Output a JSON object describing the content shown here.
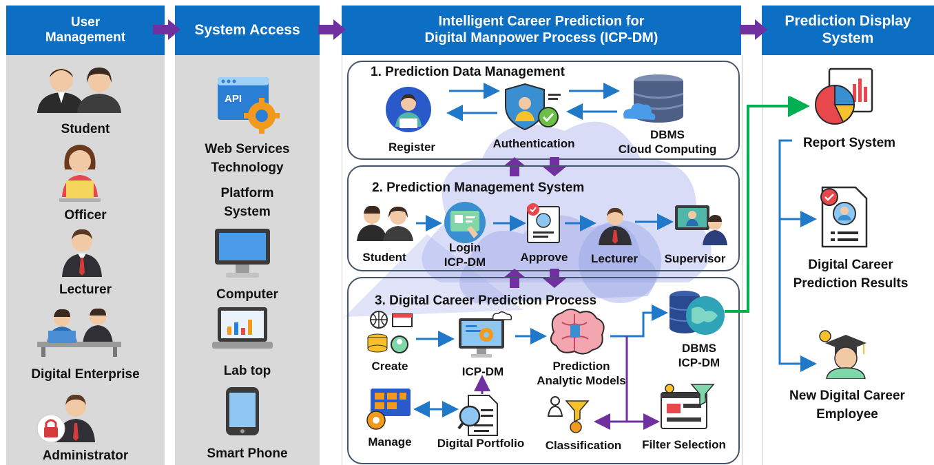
{
  "columns": {
    "user_management": {
      "title": "User Management",
      "items": [
        "Student",
        "Officer",
        "Lecturer",
        "Digital Enterprise",
        "Administrator"
      ]
    },
    "system_access": {
      "title": "System Access",
      "items": [
        "Web Services Technology",
        "Platform System",
        "Computer",
        "Lab top",
        "Smart Phone"
      ]
    },
    "icp_dm": {
      "title_line1": "Intelligent Career Prediction for",
      "title_line2": "Digital Manpower Process (ICP-DM)"
    },
    "prediction_display": {
      "title": "Prediction Display System",
      "items": [
        "Report System",
        "Digital Career Prediction Results",
        "New Digital Career Employee"
      ]
    }
  },
  "sections": {
    "s1": {
      "title": "1. Prediction Data Management",
      "register": "Register",
      "authentication": "Authentication",
      "dbms_line1": "DBMS",
      "dbms_line2": "Cloud Computing"
    },
    "s2": {
      "title": "2. Prediction Management System",
      "student": "Student",
      "login_line1": "Login",
      "login_line2": "ICP-DM",
      "approve": "Approve",
      "lecturer": "Lecturer",
      "supervisor": "Supervisor"
    },
    "s3": {
      "title": "3. Digital Career Prediction Process",
      "create": "Create",
      "icp_dm": "ICP-DM",
      "models_line1": "Prediction",
      "models_line2": "Analytic Models",
      "dbms_line1": "DBMS",
      "dbms_line2": "ICP-DM",
      "manage": "Manage",
      "portfolio": "Digital Portfolio",
      "classification": "Classification",
      "filter": "Filter Selection"
    }
  },
  "colors": {
    "header_blue": "#0d6fc4",
    "panel_gray": "#d9d9d9",
    "arrow_purple": "#7030a0",
    "arrow_blue": "#1f78c8",
    "arrow_green": "#00b050"
  }
}
